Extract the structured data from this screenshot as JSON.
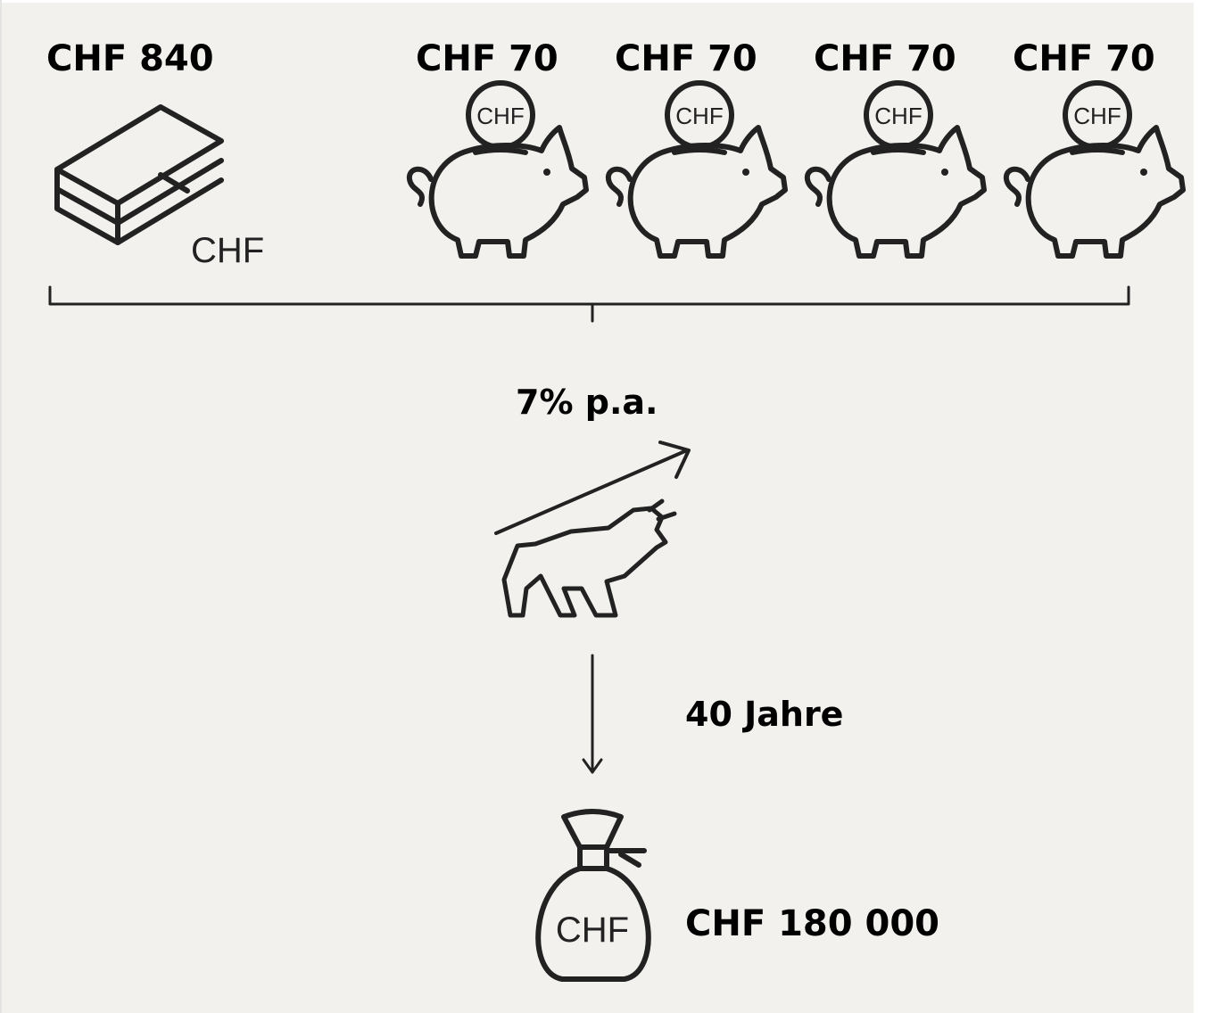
{
  "initial_amount": "CHF 840",
  "monthly_contributions": [
    "CHF 70",
    "CHF 70",
    "CHF 70",
    "CHF 70"
  ],
  "currency_code": "CHF",
  "annual_return": "7% p.a.",
  "duration": "40 Jahre",
  "final_amount": "CHF 180 000",
  "icons": {
    "initial": "money-stack-icon",
    "contribution": "piggy-bank-icon",
    "growth": "bull-market-icon",
    "result": "money-bag-icon"
  },
  "colors": {
    "background": "#f3f1ed",
    "ink": "#222222",
    "text": "#000000"
  }
}
